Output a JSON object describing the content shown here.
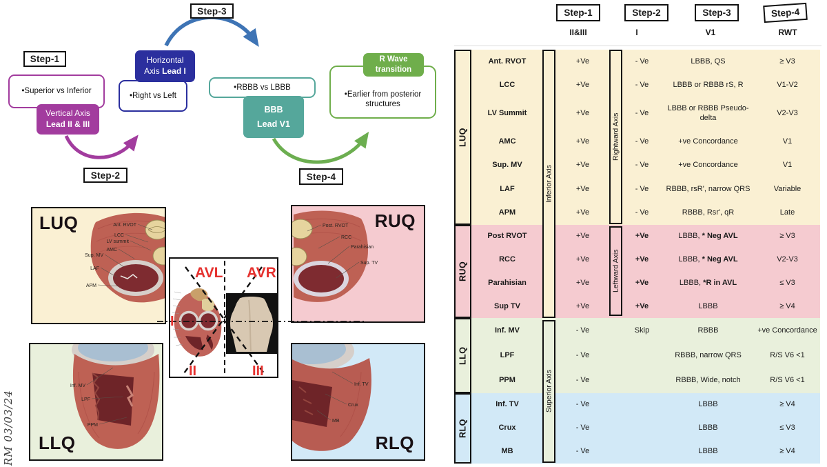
{
  "flowchart": {
    "step_labels": [
      "Step-1",
      "Step-2",
      "Step-3",
      "Step-4"
    ],
    "vertical_axis": {
      "title_line1": "Vertical Axis",
      "title_line2": "Lead II & III",
      "note": "•Superior vs Inferior",
      "color": "#A23C9E"
    },
    "horizontal_axis": {
      "title_line1": "Horizontal",
      "title_line2a": "Axis ",
      "title_line2b": "Lead I",
      "note": "•Right vs Left",
      "color": "#2B2F9E"
    },
    "bbb": {
      "title_line1": "BBB",
      "title_line2": "Lead V1",
      "note": "•RBBB vs LBBB",
      "color": "#55A79B"
    },
    "r_wave": {
      "title_line1": "R Wave",
      "title_line2": "transition",
      "note": "•Earlier from posterior structures",
      "color": "#6FAE4B"
    },
    "arrow_colors": {
      "step2": "#A23C9E",
      "step3": "#3E74B5",
      "step4": "#6CAE50"
    }
  },
  "center_diagram": {
    "avl": "AVL",
    "avr": "AVR",
    "lead_i": "I",
    "lead_ii": "II",
    "lead_iii": "III",
    "label_color": "#E5312E"
  },
  "quadrants": [
    {
      "id": "luq",
      "label": "LUQ",
      "bg": "#FAF0D3",
      "structures": [
        "Ant. RVOT",
        "LCC",
        "LV summit",
        "AMC",
        "Sup. MV",
        "LAF",
        "APM"
      ]
    },
    {
      "id": "ruq",
      "label": "RUQ",
      "bg": "#F5CBD0",
      "structures": [
        "Post. RVOT",
        "RCC",
        "Parahisian",
        "Sup. TV"
      ]
    },
    {
      "id": "llq",
      "label": "LLQ",
      "bg": "#E9F0DC",
      "structures": [
        "Inf. MV",
        "LPF",
        "PPM"
      ]
    },
    {
      "id": "rlq",
      "label": "RLQ",
      "bg": "#D2E9F7",
      "structures": [
        "Inf. TV",
        "Crux",
        "MB"
      ]
    }
  ],
  "table": {
    "headers": [
      {
        "step": "Step-1",
        "lead": "II&III"
      },
      {
        "step": "Step-2",
        "lead": "I"
      },
      {
        "step": "Step-3",
        "lead": "V1"
      },
      {
        "step": "Step-4",
        "lead": "RWT"
      }
    ],
    "axes": [
      {
        "label": "Inferior Axis",
        "bg": "#FAF0D3"
      },
      {
        "label": "Superior Axis",
        "bg": "#E9F0DC"
      },
      {
        "label": "Rightward Axis",
        "bg": "#FAF0D3"
      },
      {
        "label": "Leftward Axis",
        "bg": "#F5CBD0"
      }
    ],
    "sections": [
      {
        "label": "LUQ",
        "bg": "#FAF0D3",
        "rows": [
          {
            "name": "Ant. RVOT",
            "s1": "+Ve",
            "s2": "- Ve",
            "s3": "LBBB, QS",
            "s4": "≥ V3"
          },
          {
            "name": "LCC",
            "s1": "+Ve",
            "s2": "- Ve",
            "s3": "LBBB or RBBB rS, R",
            "s4": "V1-V2"
          },
          {
            "name": "LV Summit",
            "s1": "+Ve",
            "s2": "- Ve",
            "s3": "LBBB or RBBB Pseudo-delta",
            "s4": "V2-V3"
          },
          {
            "name": "AMC",
            "s1": "+Ve",
            "s2": "- Ve",
            "s3": "+ve Concordance",
            "s4": "V1"
          },
          {
            "name": "Sup. MV",
            "s1": "+Ve",
            "s2": "- Ve",
            "s3": "+ve Concordance",
            "s4": "V1"
          },
          {
            "name": "LAF",
            "s1": "+Ve",
            "s2": "- Ve",
            "s3": "RBBB, rsR', narrow QRS",
            "s4": "Variable"
          },
          {
            "name": "APM",
            "s1": "+Ve",
            "s2": "- Ve",
            "s3": "RBBB, Rsr', qR",
            "s4": "Late"
          }
        ]
      },
      {
        "label": "RUQ",
        "bg": "#F5CBD0",
        "rows": [
          {
            "name": "Post RVOT",
            "s1": "+Ve",
            "s2": "+Ve",
            "s2_bold": true,
            "s3": "LBBB,",
            "s3_bold": " * Neg AVL",
            "s4": "≥ V3"
          },
          {
            "name": "RCC",
            "s1": "+Ve",
            "s2": "+Ve",
            "s2_bold": true,
            "s3": "LBBB,",
            "s3_bold": " * Neg AVL",
            "s4": "V2-V3"
          },
          {
            "name": "Parahisian",
            "s1": "+Ve",
            "s2": "+Ve",
            "s2_bold": true,
            "s3": "LBBB,",
            "s3_bold": " *R in AVL",
            "s4": "≤ V3"
          },
          {
            "name": "Sup TV",
            "s1": "+Ve",
            "s2": "+Ve",
            "s2_bold": true,
            "s3": "LBBB",
            "s4": "≥ V4"
          }
        ]
      },
      {
        "label": "LLQ",
        "bg": "#E9F0DC",
        "rows": [
          {
            "name": "Inf. MV",
            "s1": "- Ve",
            "s2": "Skip",
            "s3": "RBBB",
            "s4": "+ve Concordance"
          },
          {
            "name": "LPF",
            "s1": "- Ve",
            "s2": "",
            "s3": "RBBB, narrow QRS",
            "s4": "R/S V6 <1"
          },
          {
            "name": "PPM",
            "s1": "- Ve",
            "s2": "",
            "s3": "RBBB, Wide, notch",
            "s4": "R/S V6 <1"
          }
        ]
      },
      {
        "label": "RLQ",
        "bg": "#D2E9F7",
        "rows": [
          {
            "name": "Inf. TV",
            "s1": "- Ve",
            "s2": "",
            "s3": "LBBB",
            "s4": "≥ V4"
          },
          {
            "name": "Crux",
            "s1": "- Ve",
            "s2": "",
            "s3": "LBBB",
            "s4": "≤ V3"
          },
          {
            "name": "MB",
            "s1": "- Ve",
            "s2": "",
            "s3": "LBBB",
            "s4": "≥ V4"
          }
        ]
      }
    ]
  },
  "signature": "RM 03/03/24"
}
